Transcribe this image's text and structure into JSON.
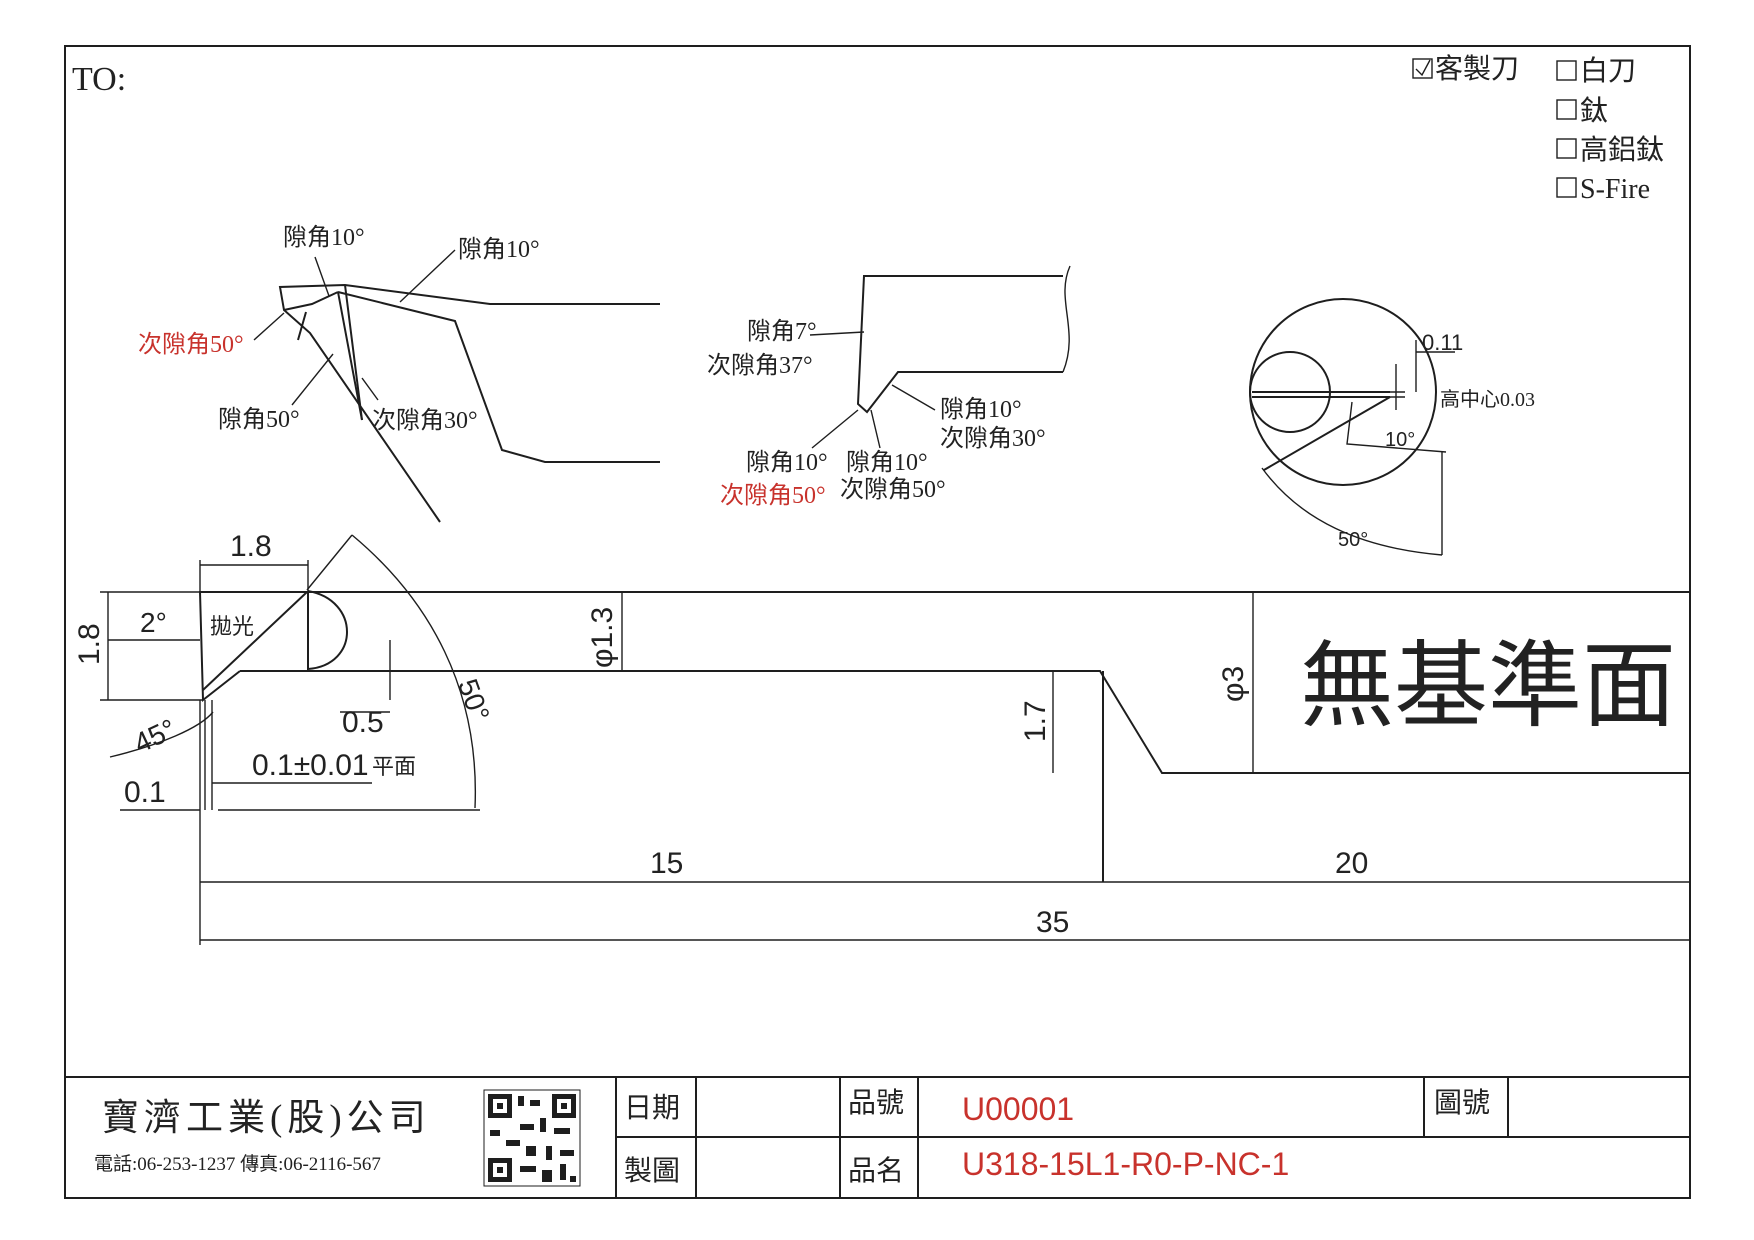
{
  "header": {
    "to_label": "TO:"
  },
  "options": [
    {
      "label": "客製刀",
      "checked": true
    },
    {
      "label": "白刀",
      "checked": false
    },
    {
      "label": "鈦",
      "checked": false
    },
    {
      "label": "高鋁鈦",
      "checked": false
    },
    {
      "label": "S-Fire",
      "checked": false
    }
  ],
  "views": {
    "left": {
      "clearance_10_a": "隙角10°",
      "clearance_10_b": "隙角10°",
      "sub_clearance_50": "次隙角50°",
      "clearance_50": "隙角50°",
      "sub_clearance_30": "次隙角30°"
    },
    "middle": {
      "clearance_7": "隙角7°",
      "sub_clearance_37": "次隙角37°",
      "clearance_10_right": "隙角10°",
      "sub_clearance_30": "次隙角30°",
      "clearance_10_left": "隙角10°",
      "sub_clearance_50_red": "次隙角50°",
      "clearance_10_center": "隙角10°",
      "sub_clearance_50": "次隙角50°"
    },
    "right": {
      "dim_011": "0.11",
      "high_center": "高中心0.03",
      "angle_10": "10°",
      "angle_50": "50°"
    }
  },
  "main_view": {
    "dim_18_top": "1.8",
    "dim_18_left": "1.8",
    "angle_2": "2°",
    "polish": "拋光",
    "dia_13": "φ1.3",
    "angle_50": "50°",
    "angle_45": "45°",
    "dim_05": "0.5",
    "dim_01_tol": "0.1±0.01",
    "flat": "平面",
    "dim_01": "0.1",
    "dim_17": "1.7",
    "dia_3": "φ3",
    "no_datum": "無基準面",
    "len_15": "15",
    "len_20": "20",
    "len_35": "35"
  },
  "title_block": {
    "company": "寶濟工業(股)公司",
    "contact": "電話:06-253-1237 傳真:06-2116-567",
    "date_label": "日期",
    "drawn_label": "製圖",
    "part_no_label": "品號",
    "part_no": "U00001",
    "part_name_label": "品名",
    "part_name": "U318-15L1-R0-P-NC-1",
    "drawing_no_label": "圖號"
  },
  "colors": {
    "accent_red": "#c8322c",
    "line": "#1e1e1e"
  }
}
